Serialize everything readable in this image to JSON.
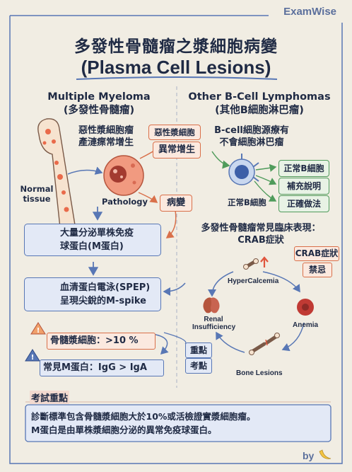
{
  "brand": "ExamWise",
  "title_zh": "多發性骨髓瘤之漿細胞病變",
  "title_en": "(Plasma Cell Lesions)",
  "left": {
    "heading_en": "Multiple Myeloma",
    "heading_zh": "(多發性骨髓瘤)",
    "desc_line1": "惡性漿細胞瘤",
    "desc_line2": "產漣瘝常增生",
    "bone_label_1": "Normal",
    "bone_label_2": "tissue",
    "pathology_label": "Pathology",
    "tag_malignant": "惡性漿細胞",
    "tag_abnormal": "異常增生",
    "tag_lesion": "病變",
    "box_antibody_1": "大量分泌單株免疫",
    "box_antibody_2": "球蛋白(M蛋白)",
    "box_spep_1": "血清蛋白電泳(SPEP)",
    "box_spep_2": "呈現尖銳的M-spike",
    "warn_marrow": "骨髓漿細胞：>10 %",
    "warn_mprotein": "常見M蛋白：IgG > IgA",
    "note_tag_1": "重點",
    "note_tag_2": "考點"
  },
  "right": {
    "heading_en": "Other B-Cell Lymphomas",
    "heading_zh": "(其他B細胞淋巴瘤)",
    "desc_line1": "B-cell細胞源療有",
    "desc_line2": "不會細胞淋巴瘤",
    "bcell_label": "正常B細胞",
    "tags": [
      "正常B細胞",
      "補充說明",
      "正確做法"
    ],
    "crab_title_1": "多發性骨髓瘤常見臨床表現：",
    "crab_title_2": "CRAB症狀",
    "crab_tag_1": "CRAB症狀",
    "crab_tag_2": "禁忌",
    "hypercalcemia": "HyperCalcemia",
    "renal_1": "Renal",
    "renal_2": "Insufficiency",
    "anemia": "Anemia",
    "bone_lesions": "Bone Lesions"
  },
  "exam": {
    "title": "考試重點",
    "line1": "診斷標準包含骨髓漿細胞大於10%或活檢證實漿細胞瘤。",
    "line2": "M蛋白是由單株漿細胞分泌的異常免疫球蛋白。"
  },
  "footer_by": "by",
  "colors": {
    "navy": "#1f2a44",
    "orange": "#d9704a",
    "blue": "#5877b5",
    "green": "#4f9b5b",
    "background": "#f1ede3"
  }
}
